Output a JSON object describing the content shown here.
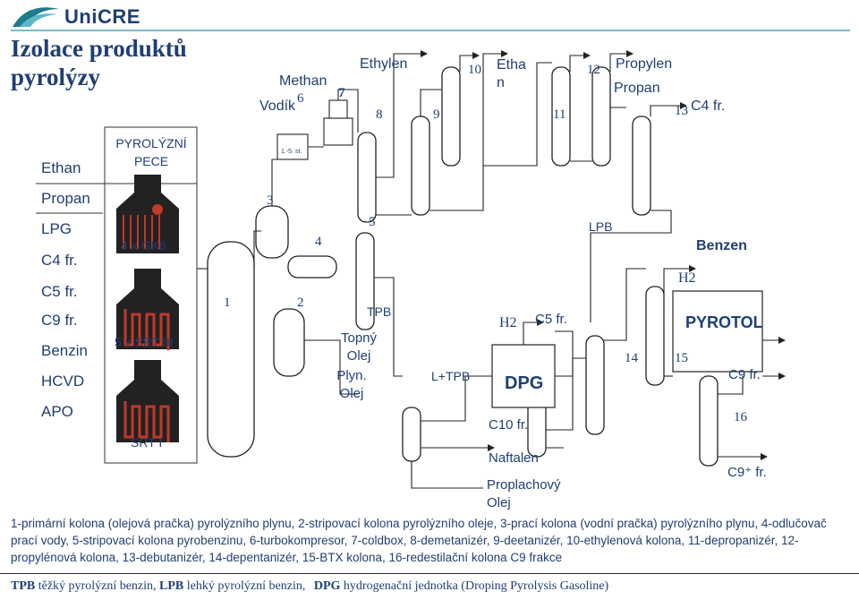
{
  "header": {
    "logo_text": "UniCRE",
    "title": "Izolace produktů pyrolýzy"
  },
  "feeds": [
    "Ethan",
    "Propan",
    "LPG",
    "C4 fr.",
    "C5 fr.",
    "C9 fr.",
    "Benzin",
    "HCVD",
    "APO"
  ],
  "furnaces": {
    "heading": "PYROLÝZNÍ PECE",
    "groups": [
      "4 x GK6",
      "5 x SRT III",
      "SRT I"
    ]
  },
  "unit_numbers": [
    "1",
    "2",
    "3",
    "4",
    "5",
    "6",
    "7",
    "8",
    "9",
    "10",
    "11",
    "12",
    "13",
    "14",
    "15",
    "16"
  ],
  "labels": {
    "methan": "Methan",
    "vodik": "Vodík",
    "stages": "1.-5. st.",
    "ethylen": "Ethylen",
    "ethan": "Etha n",
    "propylen": "Propylen",
    "propan": "Propan",
    "c4": "C4 fr.",
    "tpb": "TPB",
    "topny_olej": "Topný Olej",
    "plyn_olej": "Plyn. Olej",
    "lpb": "LPB",
    "benzen": "Benzen",
    "h2_left": "H2",
    "h2_right": "H2",
    "c5": "C5 fr.",
    "pyrotol": "PYROTOL",
    "l_tpb": "L+TPB",
    "dpg": "DPG",
    "c9": "C9 fr.",
    "c10": "C10 fr.",
    "naftalen": "Naftalen",
    "proplachovy": "Proplachový Olej",
    "c9plus": "C9⁺ fr."
  },
  "legend": "1-primární kolona (olejová pračka) pyrolýzního plynu, 2-stripovací kolona pyrolýzního oleje, 3-prací kolona (vodní pračka) pyrolýzního plynu, 4-odlučovač prací vody, 5-stripovací kolona pyrobenzinu, 6-turbokompresor, 7-coldbox, 8-demetanizér, 9-deetanizér, 10-ethylenová kolona, 11-depropanizér, 12-propylénová kolona, 13-debutanizér, 14-depentanizér, 15-BTX kolona, 16-redestilační kolona C9 frakce",
  "footer": {
    "tpb_abbr": "TPB",
    "tpb_text": "těžký pyrolýzní benzin,",
    "lpb_abbr": "LPB",
    "lpb_text": "lehký pyrolýzní benzin,",
    "dpg_abbr": "DPG",
    "dpg_text": "hydrogenační jednotka (Droping Pyrolysis Gasoline)"
  }
}
